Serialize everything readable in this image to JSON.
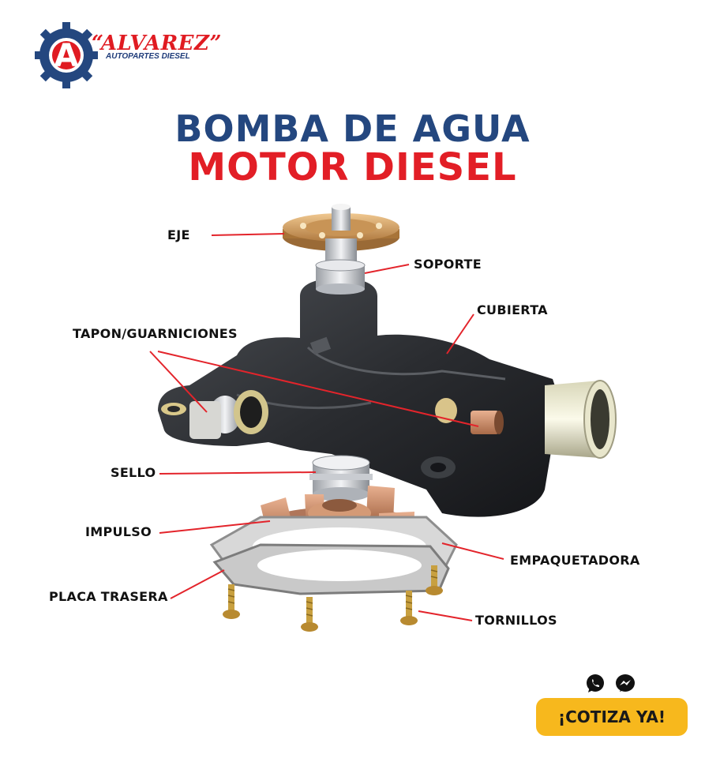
{
  "brand": {
    "logo_letter": "A",
    "name": "“ALVAREZ”",
    "subtitle": "AUTOPARTES DIESEL",
    "colors": {
      "red": "#e01b22",
      "blue": "#1f3c7a"
    }
  },
  "title": {
    "line1": "BOMBA DE AGUA",
    "line2": "MOTOR DIESEL",
    "colors": {
      "line1": "#24477f",
      "line2": "#e21e26"
    }
  },
  "parts": {
    "eje": "EJE",
    "soporte": "SOPORTE",
    "cubierta": "CUBIERTA",
    "tapon": "TAPON/GUARNICIONES",
    "sello": "SELLO",
    "impulso": "IMPULSO",
    "empaquetadora": "EMPAQUETADORA",
    "placa": "PLACA TRASERA",
    "tornillos": "TORNILLOS"
  },
  "leader_color": "#e3242b",
  "social": {
    "icons": [
      "whatsapp-icon",
      "messenger-icon"
    ]
  },
  "cta": {
    "label": "¡COTIZA YA!",
    "color": "#f7b81d"
  }
}
